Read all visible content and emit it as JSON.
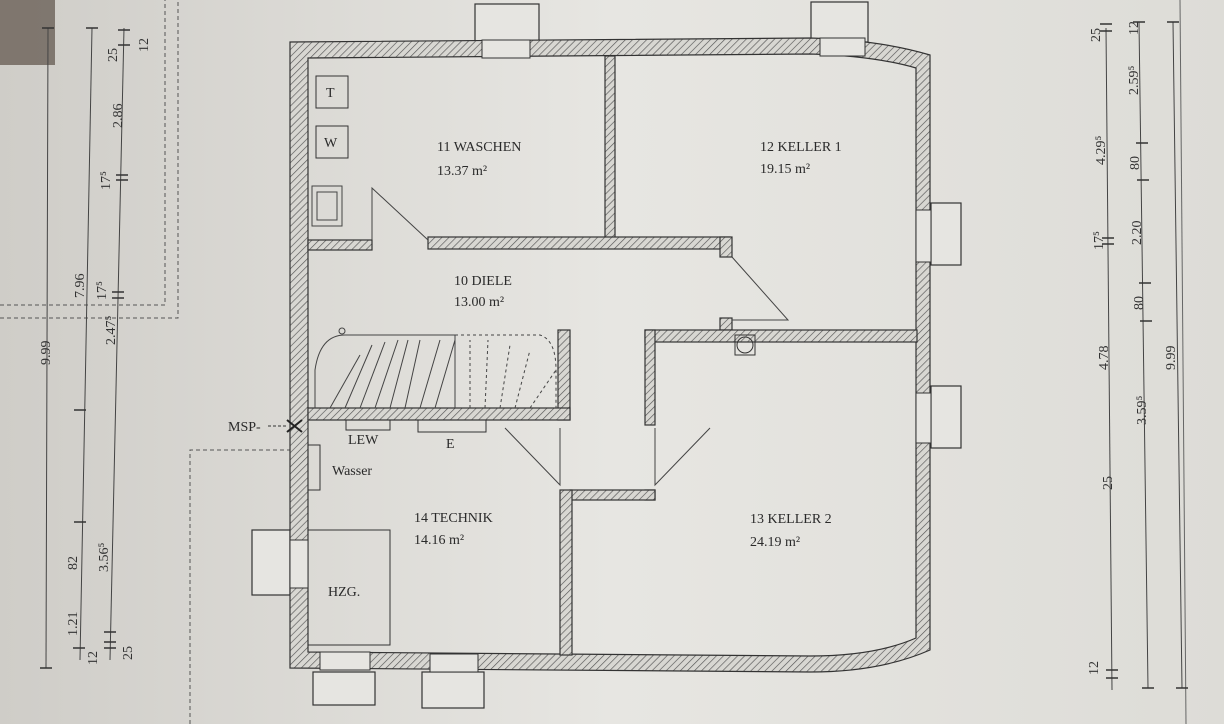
{
  "rooms": [
    {
      "number_name": "11 WASCHEN",
      "area": "13.37 m²"
    },
    {
      "number_name": "12 KELLER 1",
      "area": "19.15 m²"
    },
    {
      "number_name": "10 DIELE",
      "area": "13.00 m²"
    },
    {
      "number_name": "14 TECHNIK",
      "area": "14.16 m²"
    },
    {
      "number_name": "13 KELLER 2",
      "area": "24.19 m²"
    }
  ],
  "fixtures": {
    "dryer": "T",
    "washer": "W",
    "meter": "MSP-",
    "lew": "LEW",
    "e": "E",
    "water": "Wasser",
    "heating": "HZG."
  },
  "dimensions_left": {
    "overall": "9.99",
    "middle": "7.96",
    "outer_a": "1.21",
    "outer_b": "82",
    "outer_c": "12",
    "inner": [
      "25",
      "12",
      "2.86",
      "17⁵",
      "2.47⁵",
      "17⁵",
      "3.56⁵",
      "25"
    ]
  },
  "dimensions_right": {
    "overall": "9.99",
    "inner": [
      "25",
      "4.29⁵",
      "17⁵",
      "4.78",
      "25",
      "12"
    ],
    "outer": [
      "12",
      "2.59⁵",
      "80",
      "2.20",
      "80",
      "3.59⁵"
    ]
  }
}
